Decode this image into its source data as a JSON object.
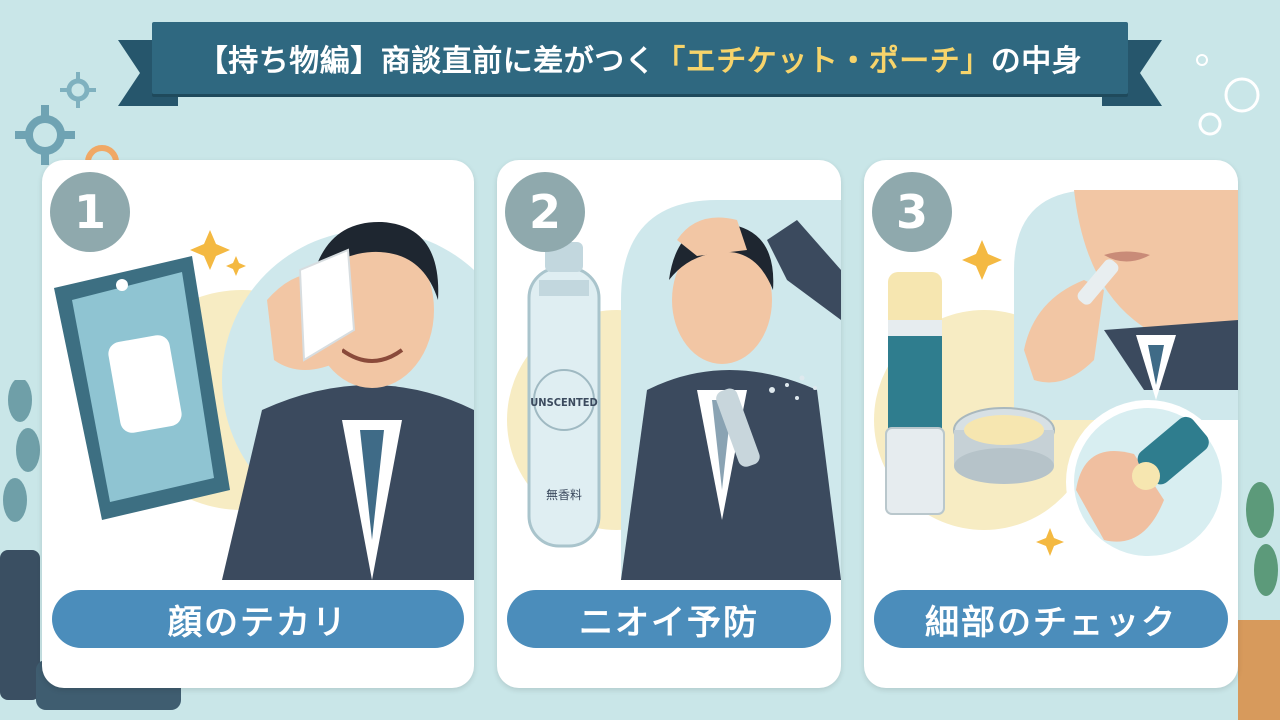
{
  "banner": {
    "title_prefix": "【持ち物編】商談直前に差がつく",
    "title_highlight": "「エチケット・ポーチ」",
    "title_suffix": "の中身"
  },
  "cards": [
    {
      "number": "1",
      "label": "顔のテカリ"
    },
    {
      "number": "2",
      "label": "ニオイ予防",
      "can_text": "UNSCENTED",
      "can_subtext": "無香料"
    },
    {
      "number": "3",
      "label": "細部のチェック"
    }
  ],
  "colors": {
    "background": "#c9e6e8",
    "banner": "#2f6880",
    "highlight": "#f7d46b",
    "pill": "#4b8dbb",
    "badge": "#8fa9ad"
  }
}
